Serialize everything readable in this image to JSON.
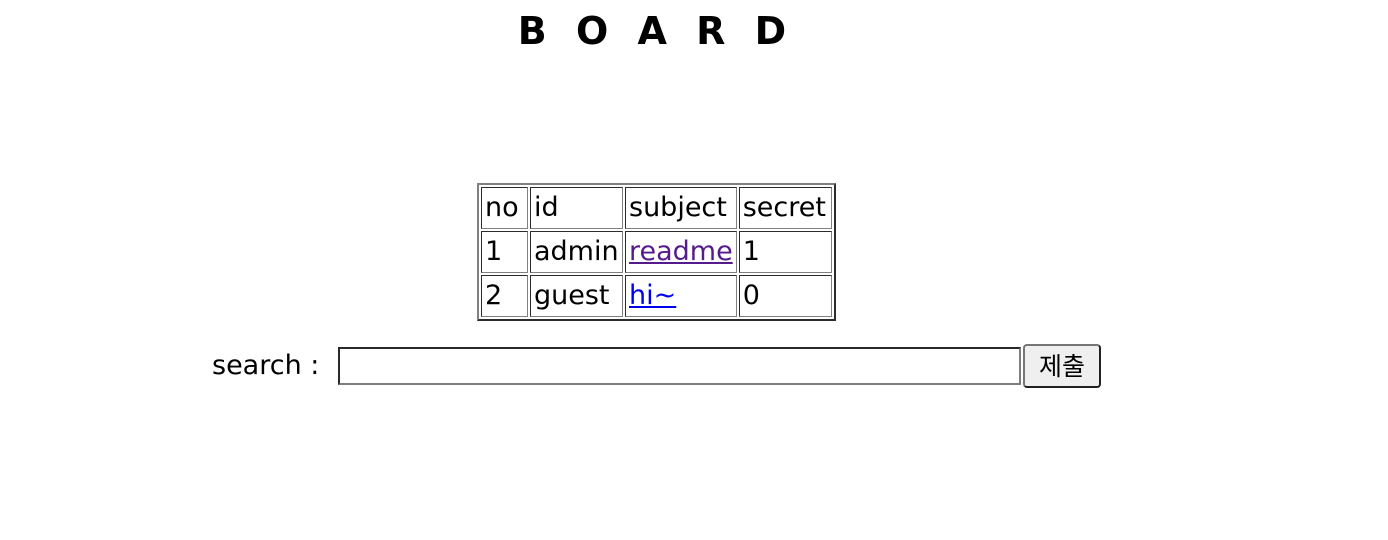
{
  "page": {
    "title": "B O A R D"
  },
  "board": {
    "columns": [
      "no",
      "id",
      "subject",
      "secret"
    ],
    "rows": [
      {
        "no": "1",
        "id": "admin",
        "subject": "readme",
        "subject_link_state": "visited",
        "secret": "1"
      },
      {
        "no": "2",
        "id": "guest",
        "subject": "hi~",
        "subject_link_state": "new",
        "secret": "0"
      }
    ]
  },
  "search": {
    "label": "search : ",
    "value": "",
    "placeholder": "",
    "submit_label": "제출"
  },
  "colors": {
    "background": "#ffffff",
    "text": "#000000",
    "link_new": "#0000ee",
    "link_visited": "#551a8b",
    "table_border": "#808080",
    "button_face": "#efefef"
  }
}
